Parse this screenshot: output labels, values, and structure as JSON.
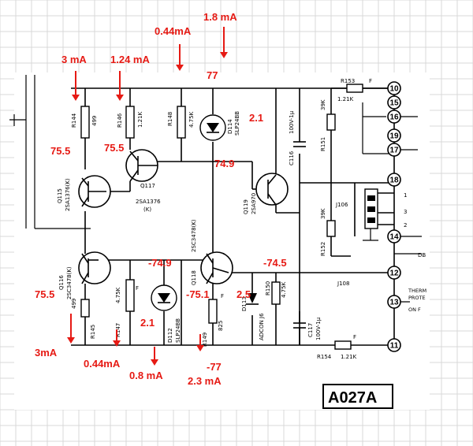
{
  "diagram": {
    "board_label": "A027A",
    "colors": {
      "annotation": "#e61a14",
      "wire": "#000000",
      "grid": "#d9d9d9"
    },
    "annotations": {
      "i_3ma_top": "3 mA",
      "i_124ma": "1.24 mA",
      "i_044ma_top": "0.44mA",
      "i_18ma": "1.8 mA",
      "v_77": "77",
      "v_21_top": "2.1",
      "v_755_q115": "75.5",
      "v_755_q117": "75.5",
      "v_749": "74.9",
      "v_n749": "-74.9",
      "v_n745": "-74.5",
      "v_755_q116": "75.5",
      "v_n751": "-75.1",
      "v_25": "2.5",
      "v_21_bot": "2.1",
      "i_3ma_bot": "3mA",
      "i_044ma_bot": "0.44mA",
      "i_08ma": "0.8 mA",
      "v_n77": "-77",
      "i_23ma": "2.3 mA"
    },
    "components": {
      "r144": "R144",
      "r144_val": "499",
      "r146": "R146",
      "r146_val": "1.21K",
      "r148": "R148",
      "r148_val": "4.75K",
      "d114": "D114",
      "d114_val": "SLP24BB",
      "c116": "C116",
      "c116_val": "100V-1μ",
      "r151": "R151",
      "r151_val": "39K",
      "r153": "R153",
      "r153_val": "1.21K",
      "q115": "Q115",
      "q115_val": "2SA1376(K)",
      "q117": "Q117",
      "q117_val": "2SA1376",
      "q117_val2": "(K)",
      "q119": "Q119",
      "q119_val": "2SA970",
      "r152": "R152",
      "r152_val": "39K",
      "j106": "J106",
      "q116": "Q116",
      "q116_val": "2SC3478(K)",
      "r145": "R145",
      "r145_val": "499",
      "r147": "R147",
      "r147_val": "4.75K",
      "d112": "D112",
      "d112_val": "SLP24BB",
      "q118": "Q118",
      "q118_val": "2SC3478(K)",
      "r149": "R149",
      "r149_val": "825",
      "d113": "D113",
      "d113_val": "ADCON J6",
      "r150": "R150",
      "r150_val": "4.75K",
      "c117": "C117",
      "c117_val": "100V-1μ",
      "r154": "R154",
      "r154_val": "1.21K",
      "j108": "J108",
      "f": "F",
      "db": "DB",
      "therm": "THERM",
      "prot": "PROTE",
      "onf": "ON F"
    },
    "pins": [
      "10",
      "15",
      "16",
      "17",
      "18",
      "19",
      "14",
      "12",
      "13",
      "11"
    ],
    "jack_pins": [
      "1",
      "3",
      "2"
    ]
  }
}
